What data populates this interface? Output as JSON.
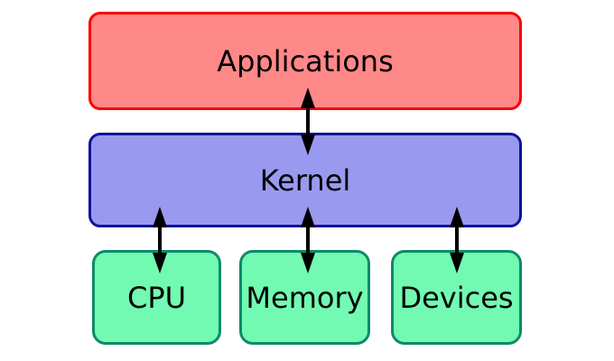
{
  "diagram": {
    "type": "block-diagram",
    "description": "Operating system kernel layout: Applications communicate with the Kernel, which communicates with CPU, Memory and Devices",
    "boxes": {
      "applications": {
        "label": "Applications"
      },
      "kernel": {
        "label": "Kernel"
      },
      "cpu": {
        "label": "CPU"
      },
      "memory": {
        "label": "Memory"
      },
      "devices": {
        "label": "Devices"
      }
    },
    "connections": [
      {
        "from": "Applications",
        "to": "Kernel",
        "bidirectional": true
      },
      {
        "from": "Kernel",
        "to": "CPU",
        "bidirectional": true
      },
      {
        "from": "Kernel",
        "to": "Memory",
        "bidirectional": true
      },
      {
        "from": "Kernel",
        "to": "Devices",
        "bidirectional": true
      }
    ]
  },
  "colors": {
    "applications-fill": "#ff8888",
    "applications-stroke": "#fa0000",
    "kernel-fill": "#9999f0",
    "kernel-stroke": "#12129b",
    "device-fill": "#72fab2",
    "device-stroke": "#0e8a6a",
    "arrow-color": "#000000",
    "text-color": "#000000"
  }
}
